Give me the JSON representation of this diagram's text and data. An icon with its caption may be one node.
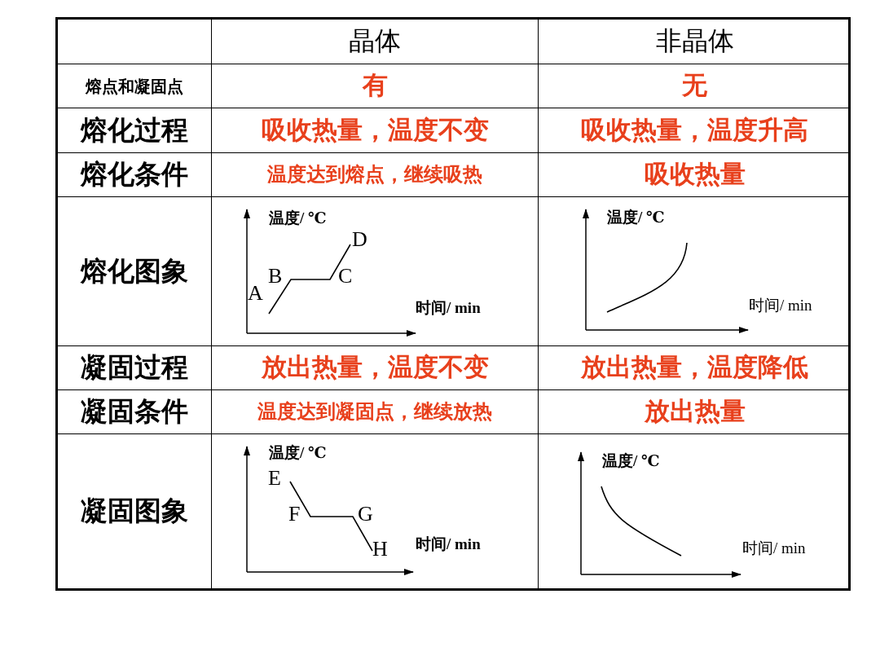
{
  "diagram": {
    "labels": [
      "晶体",
      "非晶体",
      "熔点和凝固点",
      "有",
      "无",
      "熔化过程",
      "吸收热量，温度不变",
      "吸收热量，温度升高",
      "熔化条件",
      "温度达到熔点，继续吸热",
      "吸收热量",
      "熔化图象",
      "温度/ ℃",
      "D",
      "B",
      "C",
      "A",
      "时间/ min",
      "温度/ ℃",
      "时间/ min",
      "凝固过程",
      "放出热量，温度不变",
      "放出热量，温度降低",
      "凝固条件",
      "温度达到凝固点，继续放热",
      "放出热量",
      "凝固图象",
      "温度/ ℃",
      "E",
      "F",
      "G",
      "H",
      "时间/ min",
      "温度/ ℃",
      "时间/ min"
    ]
  }
}
